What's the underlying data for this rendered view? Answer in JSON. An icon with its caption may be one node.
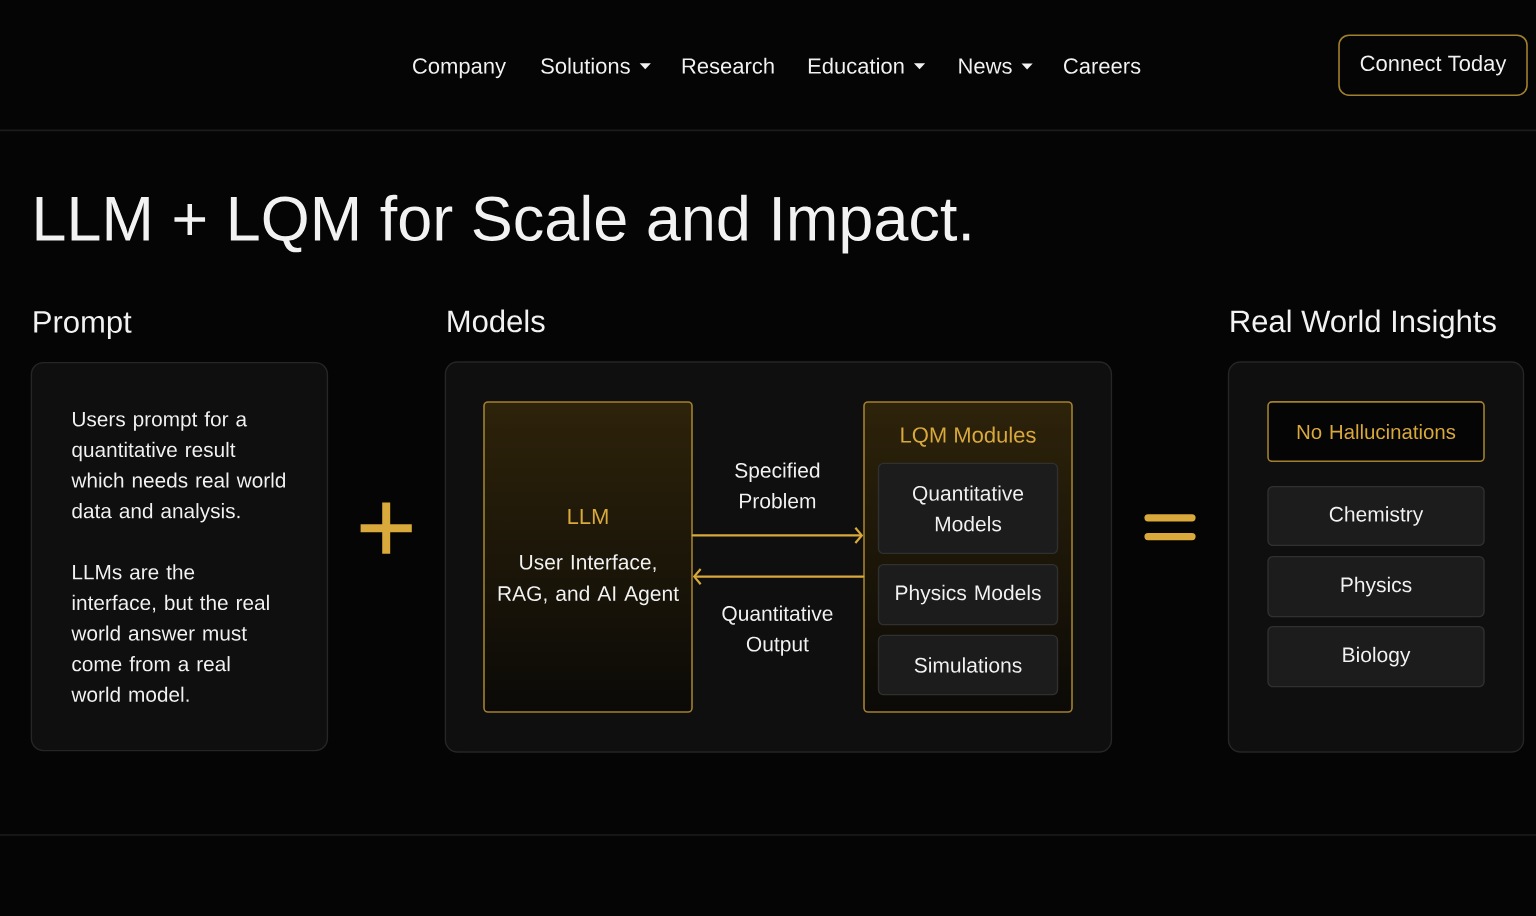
{
  "diagram": {
    "title": "LLM + LQM for Scale and Impact.",
    "nodes": [
      {
        "text": [
          "Prompt",
          "Users prompt for a quantitative result which needs real world data and analysis.",
          "LLMs are the interface, but the real world answer must come from a real world model."
        ]
      },
      {
        "text": [
          "Models"
        ]
      },
      {
        "text": [
          "LLM",
          "User Interface, RAG, and AI Agent"
        ],
        "in": 1
      },
      {
        "text": [
          "LQM Modules"
        ],
        "in": 1
      },
      {
        "text": [
          "Quantitative Models"
        ],
        "in": 3
      },
      {
        "text": [
          "Physics Models"
        ],
        "in": 3
      },
      {
        "text": [
          "Simulations"
        ],
        "in": 3
      },
      {
        "text": [
          "Real World Insights"
        ]
      },
      {
        "text": [
          "No Hallucinations"
        ],
        "in": 7
      },
      {
        "text": [
          "Chemistry"
        ],
        "in": 7
      },
      {
        "text": [
          "Physics"
        ],
        "in": 7
      },
      {
        "text": [
          "Biology"
        ],
        "in": 7
      }
    ],
    "edges": [
      {
        "from": 2,
        "to": 3,
        "arrow": "to",
        "label": "Specified Problem"
      },
      {
        "from": 3,
        "to": 2,
        "arrow": "to",
        "label": "Quantitative Output"
      }
    ],
    "labels": [
      "Company",
      "Solutions",
      "Research",
      "Education",
      "News",
      "Careers",
      "Connect Today"
    ]
  }
}
